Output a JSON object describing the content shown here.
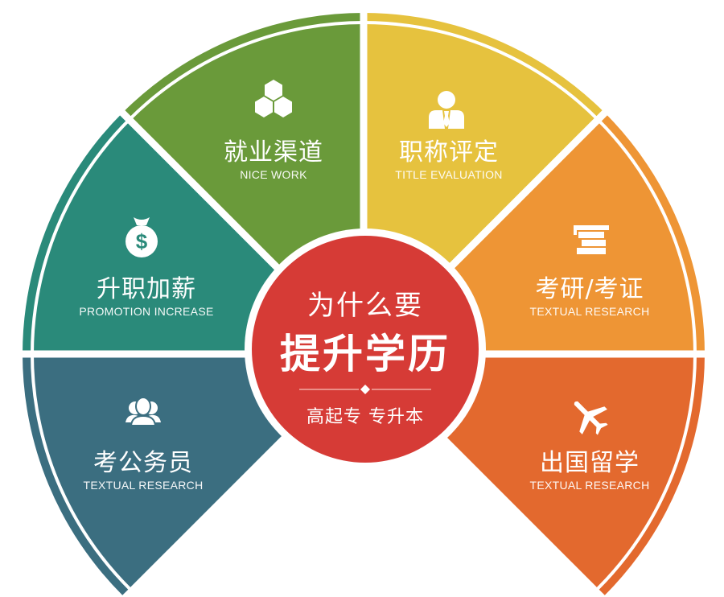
{
  "center": {
    "line1": "为什么要",
    "line2": "提升学历",
    "line3": "高起专 专升本",
    "color": "#D63B36"
  },
  "segments": [
    {
      "id": "employment",
      "title": "就业渠道",
      "subtitle": "NICE WORK",
      "icon": "hexagons-icon",
      "color": "#6A9A3A"
    },
    {
      "id": "title-evaluation",
      "title": "职称评定",
      "subtitle": "TITLE EVALUATION",
      "icon": "businessman-icon",
      "color": "#E6C23E"
    },
    {
      "id": "promotion",
      "title": "升职加薪",
      "subtitle": "PROMOTION INCREASE",
      "icon": "money-bag-icon",
      "color": "#2A8A7A"
    },
    {
      "id": "postgrad-exam",
      "title": "考研/考证",
      "subtitle": "TEXTUAL RESEARCH",
      "icon": "books-icon",
      "color": "#EE9535"
    },
    {
      "id": "civil-service",
      "title": "考公务员",
      "subtitle": "TEXTUAL RESEARCH",
      "icon": "people-group-icon",
      "color": "#3B6E80"
    },
    {
      "id": "study-abroad",
      "title": "出国留学",
      "subtitle": "TEXTUAL RESEARCH",
      "icon": "airplane-icon",
      "color": "#E3692E"
    }
  ]
}
